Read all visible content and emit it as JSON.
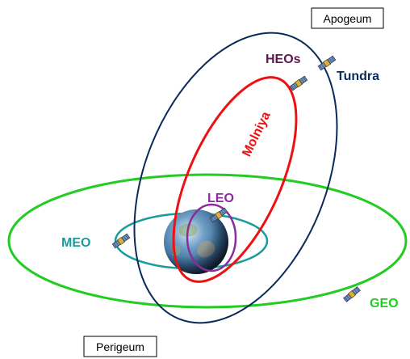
{
  "diagram": {
    "labels": {
      "apogeum": "Apogeum",
      "perigeum": "Perigeum",
      "heos": "HEOs",
      "tundra": "Tundra",
      "molniya": "Molniya",
      "leo": "LEO",
      "meo": "MEO",
      "geo": "GEO"
    },
    "colors": {
      "geo": "#22cc22",
      "meo": "#1a9c9c",
      "leo": "#8b2c9c",
      "molniya": "#ee1111",
      "tundra": "#0a2a5a",
      "heos": "#5c1a4c",
      "earth": "#3a6fa0"
    }
  }
}
